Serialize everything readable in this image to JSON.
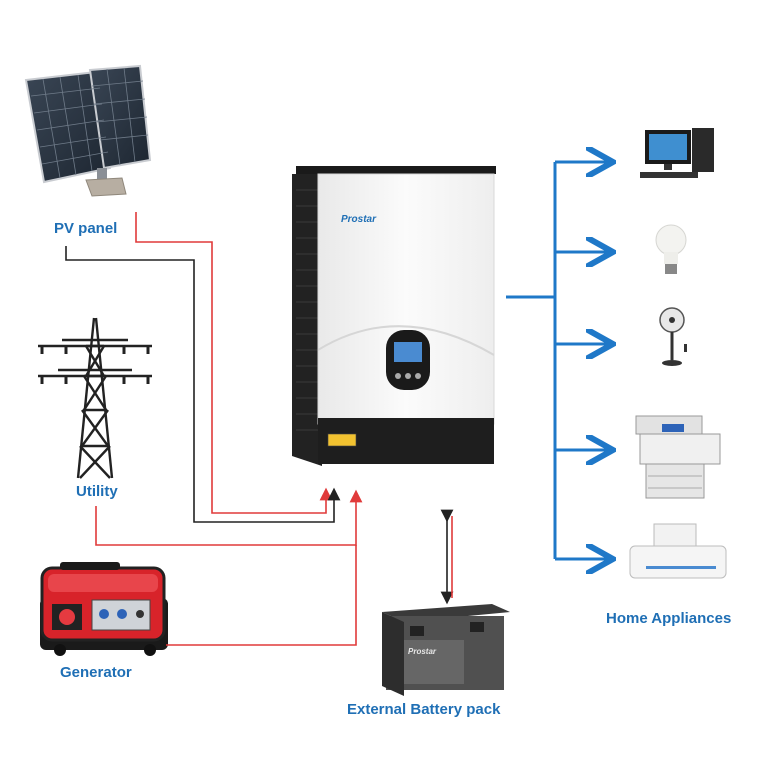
{
  "labels": {
    "pv_panel": "PV panel",
    "utility": "Utility",
    "generator": "Generator",
    "battery": "External Battery pack",
    "home": "Home Appliances"
  },
  "inverter": {
    "brand": "Prostar"
  },
  "battery": {
    "brand": "Prostar"
  },
  "colors": {
    "label": "#1f6fb5",
    "arrow_blue": "#1f78c8",
    "wire_red": "#e03a3a",
    "wire_black": "#222222",
    "inverter_body": "#f7f7f7",
    "inverter_dark": "#1e1e1e"
  },
  "icons": {
    "pv": "solar-panel-icon",
    "utility": "power-tower-icon",
    "generator": "generator-icon",
    "battery": "battery-icon",
    "appliances": [
      "desktop-computer-icon",
      "light-bulb-icon",
      "fan-icon",
      "printer-icon",
      "air-conditioner-icon"
    ]
  }
}
